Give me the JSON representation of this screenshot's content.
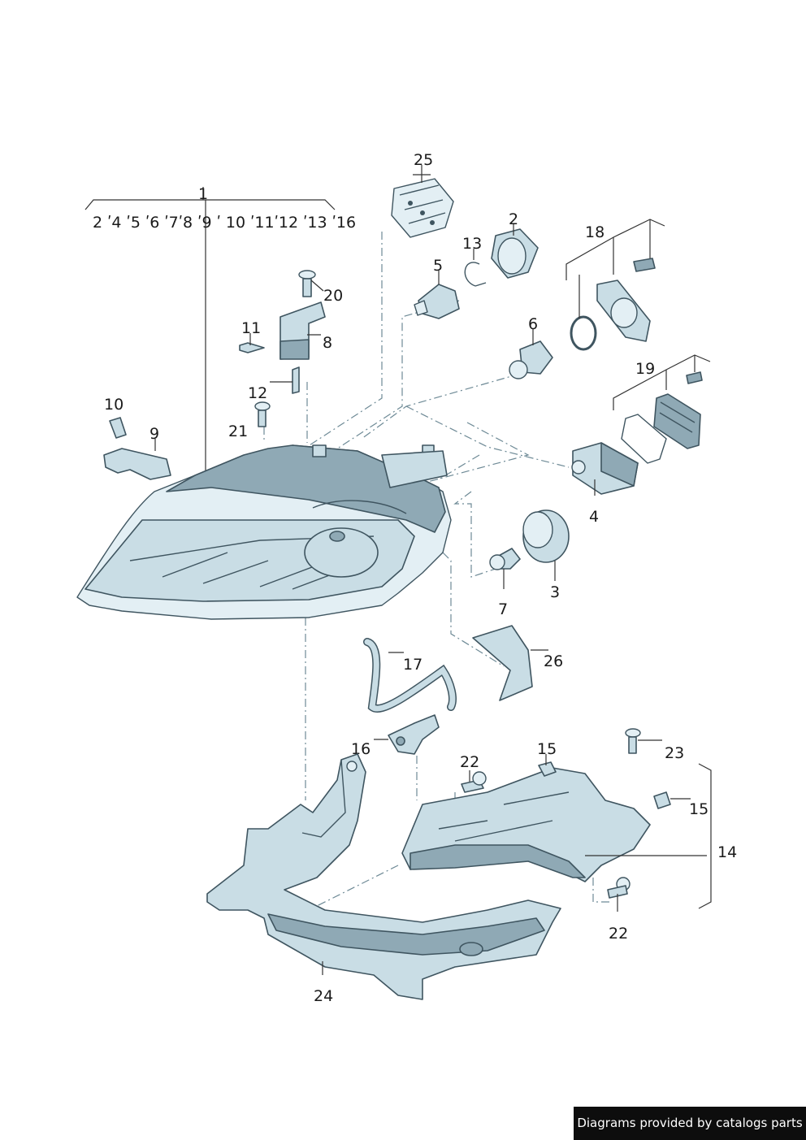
{
  "header_group": {
    "text": "2 ʹ4 ʹ5 ʹ6 ʹ7ʹ8 ʹ9 ʹ  10 ʹ11ʹ12 ʹ13 ʹ16"
  },
  "labels": {
    "l1": "1",
    "l2": "2",
    "l3": "3",
    "l4": "4",
    "l5": "5",
    "l6": "6",
    "l7": "7",
    "l8": "8",
    "l9": "9",
    "l10": "10",
    "l11": "11",
    "l12": "12",
    "l13": "13",
    "l14": "14",
    "l15a": "15",
    "l15b": "15",
    "l16": "16",
    "l17": "17",
    "l18": "18",
    "l19": "19",
    "l20": "20",
    "l21": "21",
    "l22a": "22",
    "l22b": "22",
    "l23": "23",
    "l24": "24",
    "l25": "25",
    "l26": "26"
  },
  "footer": {
    "credit": "Diagrams provided by catalogs parts"
  }
}
